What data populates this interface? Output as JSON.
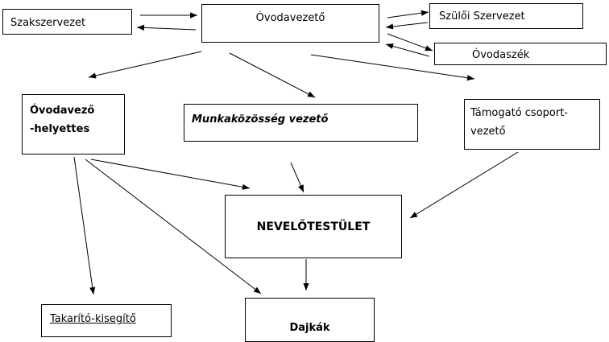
{
  "nodes": {
    "szakszervezet": "Szakszervezet",
    "ovodavezeto": "Óvodavezető",
    "szuloi": "Szülői Szervezet",
    "ovodaszek": "Óvodaszék",
    "helyettes": {
      "line1": "Óvodavező",
      "line2": "-helyettes"
    },
    "munkakozosseg": "Munkaközösség vezető",
    "tamogato": {
      "line1": "Támogató  csoport-",
      "line2": "vezető"
    },
    "nevelotestulet": "NEVELŐTESTÜLET",
    "takarito": "Takarító-kisegítő",
    "dajkak": "Dajkák"
  },
  "colors": {
    "stroke": "#000000",
    "background": "#ffffff"
  }
}
